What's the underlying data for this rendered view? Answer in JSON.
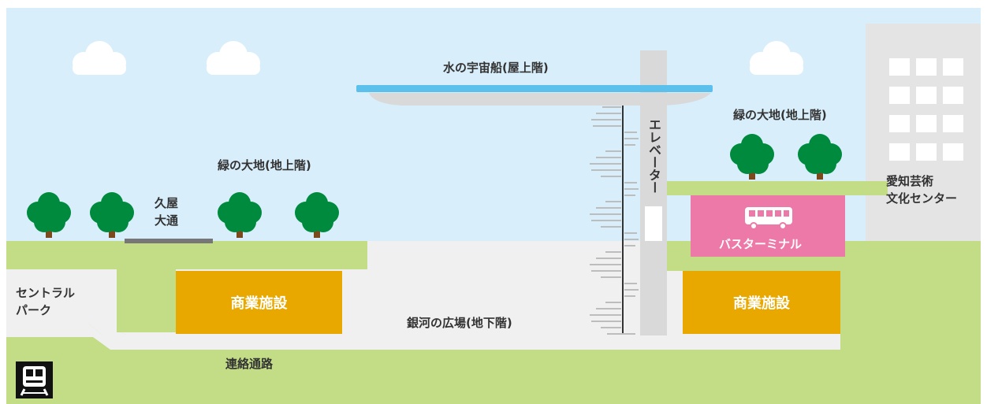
{
  "labels": {
    "spaceship": "水の宇宙船(屋上階)",
    "green_left": "緑の大地(地上階)",
    "green_right": "緑の大地(地上階)",
    "hisaya_line1": "久屋",
    "hisaya_line2": "大通",
    "elevator": "エレベーター",
    "art_center_line1": "愛知芸術",
    "art_center_line2": "文化センター",
    "bus_terminal": "バスターミナル",
    "facility_left": "商業施設",
    "facility_right": "商業施設",
    "galaxy_plaza": "銀河の広場(地下階)",
    "connection": "連絡通路",
    "central_park_line1": "セントラル",
    "central_park_line2": "パーク"
  },
  "icons": {
    "subway": "subway-train-icon",
    "bus": "bus-icon",
    "tree": "tree-icon",
    "cloud": "cloud-icon"
  },
  "colors": {
    "sky": "#d9eefb",
    "grass": "#c2dd86",
    "plaza": "#f0f0f0",
    "facility": "#e8a800",
    "bus_terminal": "#ec79a8",
    "water": "#5bc0eb",
    "tree": "#008a3e",
    "trunk": "#7a4a1e",
    "building": "#e4e4e4"
  }
}
